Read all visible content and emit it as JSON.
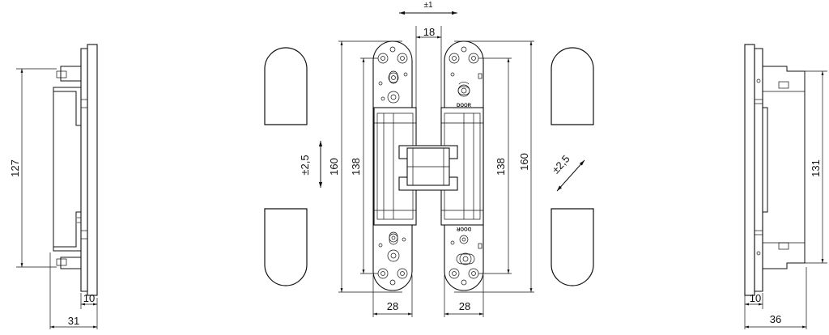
{
  "diagram": {
    "side_view_left": {
      "height": "127",
      "width_total": "31",
      "width_part": "10"
    },
    "front_view": {
      "gap": "18",
      "height_inner": "138",
      "height_outer": "160",
      "width_left": "28",
      "width_right": "28",
      "adjust_horizontal": "±1",
      "adjust_vertical": "±2,5",
      "adjust_depth": "±2,5",
      "door_mark": "DOOR"
    },
    "side_view_right": {
      "height": "131",
      "width_total": "36",
      "width_part": "10"
    }
  }
}
